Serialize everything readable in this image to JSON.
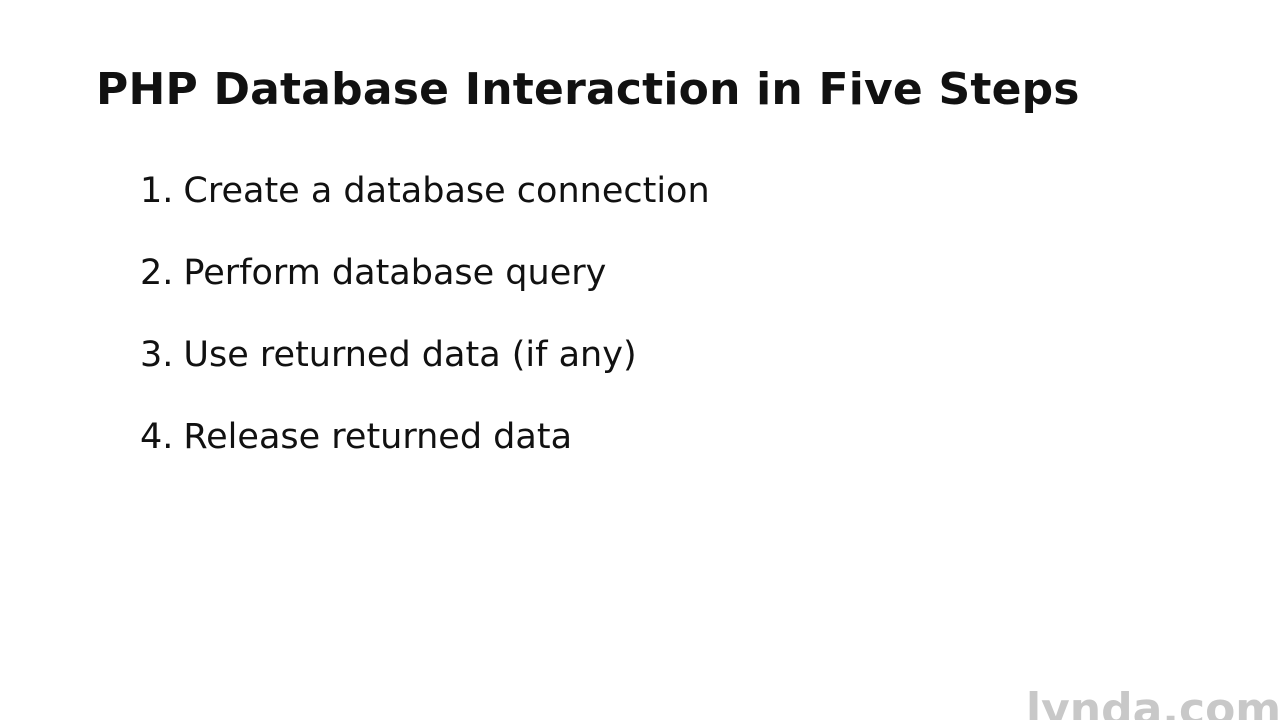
{
  "slide": {
    "title": "PHP Database Interaction in Five Steps",
    "steps": [
      {
        "num": "1.",
        "text": "Create a database connection"
      },
      {
        "num": "2.",
        "text": "Perform database query"
      },
      {
        "num": "3.",
        "text": "Use returned data (if any)"
      },
      {
        "num": "4.",
        "text": "Release returned data"
      }
    ],
    "watermark": "lynda.com"
  },
  "colors": {
    "background": "#ffffff",
    "text": "#111111",
    "watermark": "#c8c8c8"
  }
}
